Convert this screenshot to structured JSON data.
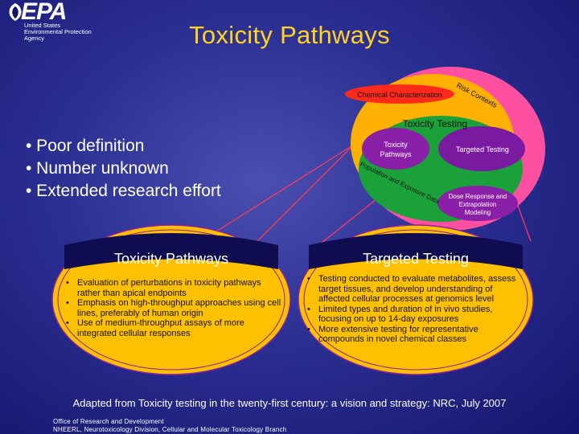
{
  "header": {
    "logo_text": "EPA",
    "agency_lines": [
      "United States",
      "Environmental Protection",
      "Agency"
    ],
    "title": "Toxicity Pathways"
  },
  "main_bullets": [
    "• Poor definition",
    "• Number unknown",
    "• Extended research effort"
  ],
  "diagram": {
    "risk_contexts": "Risk Contexts",
    "chemical_characterization": "Chemical Characterization",
    "toxicity_testing": "Toxicity Testing",
    "toxicity_pathways_lines": [
      "Toxicity",
      "Pathways"
    ],
    "targeted_testing": "Targeted Testing",
    "dose_response_lines": [
      "Dose Response and",
      "Extrapolation",
      "Modeling"
    ],
    "population_exposure": "Population and Exposure Data"
  },
  "panel_left": {
    "title": "Toxicity Pathways",
    "items": [
      "Evaluation of perturbations in toxicity pathways rather than apical endpoints",
      "Emphasis on high-throughput approaches using cell lines, preferably of human origin",
      "Use of medium-throughput assays of more integrated cellular responses"
    ]
  },
  "panel_right": {
    "title": "Targeted Testing",
    "items": [
      "Testing conducted to evaluate metabolites, assess target tissues, and develop understanding of affected cellular processes at genomics level",
      "Limited types and duration of in vivo studies, focusing on up to 14-day exposures",
      "More extensive testing for representative compounds in novel chemical classes"
    ]
  },
  "footer": {
    "source": "Adapted from Toxicity testing in the twenty-first century: a vision and strategy: NRC, July 2007",
    "office_line1": "Office of Research and Development",
    "office_line2": "NHEERL, Neurotoxicology Division, Cellular and Molecular Toxicology Branch"
  },
  "colors": {
    "background": "#2b2f92",
    "title": "#ffd31f",
    "outer_ellipse": "#ff4fa0",
    "risk_ellipse": "#ffb000",
    "testing_ellipse": "#1aa13a",
    "pathways_ellipse": "#8a1fa8",
    "chem_char": "#ff2a1a",
    "panels": "#ffc000"
  }
}
